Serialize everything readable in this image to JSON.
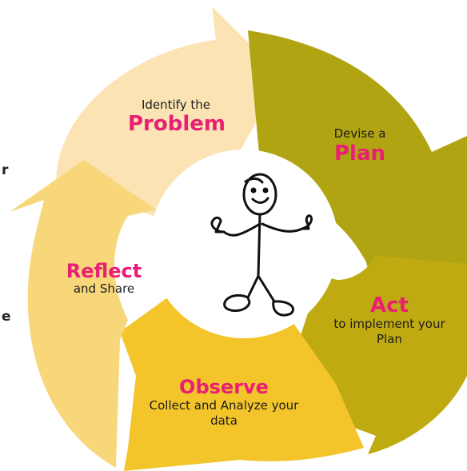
{
  "colors": {
    "problem": "#fbe3b3",
    "plan": "#b1a412",
    "act": "#c0aa12",
    "observe": "#f3c52a",
    "reflect": "#f8d77a",
    "keyword": "#e91e74"
  },
  "steps": [
    {
      "id": "problem",
      "pre": "Identify the",
      "keyword": "Problem",
      "post": ""
    },
    {
      "id": "plan",
      "pre": "Devise a",
      "keyword": "Plan",
      "post": ""
    },
    {
      "id": "act",
      "pre": "",
      "keyword": "Act",
      "post": "to implement your Plan"
    },
    {
      "id": "observe",
      "pre": "",
      "keyword": "Observe",
      "post": "Collect and Analyze your data"
    },
    {
      "id": "reflect",
      "pre": "",
      "keyword": "Reflect",
      "post": "and Share"
    }
  ],
  "edge_fragments": {
    "upper": "r",
    "lower": "e"
  },
  "figure": "stick-figure"
}
